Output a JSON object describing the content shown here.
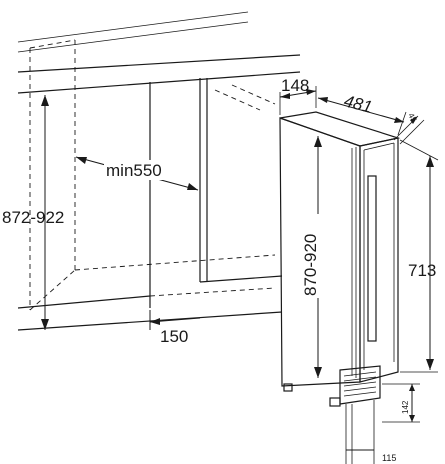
{
  "dimensions": {
    "width_top": "148",
    "depth_top": "481",
    "gap_corner": "45",
    "niche_width": "min550",
    "niche_height": "872-922",
    "cabinet_height": "870-920",
    "body_height": "713",
    "plinth_width": "150",
    "vent_height": "142",
    "vent_width": "115"
  }
}
